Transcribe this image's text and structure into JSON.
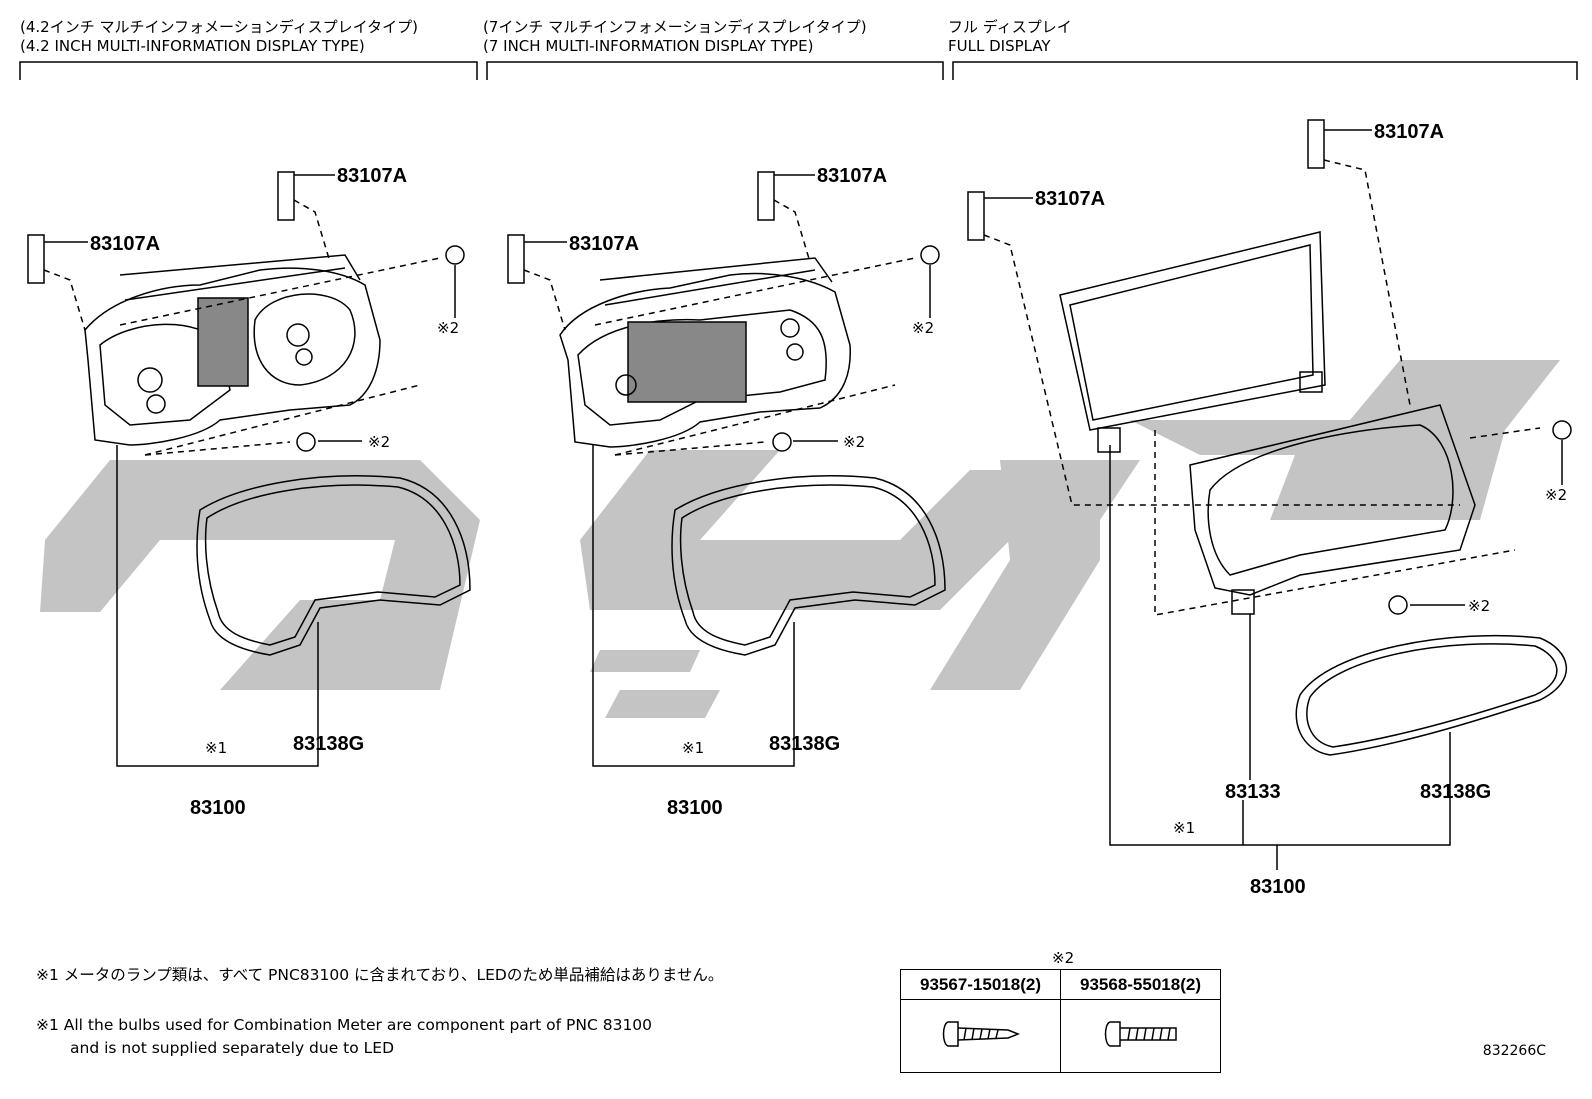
{
  "sections": [
    {
      "jp": "(4.2インチ マルチインフォメーションディスプレイタイプ)",
      "en": "(4.2 INCH MULTI-INFORMATION DISPLAY TYPE)"
    },
    {
      "jp": "(7インチ マルチインフォメーションディスプレイタイプ)",
      "en": "(7 INCH MULTI-INFORMATION DISPLAY TYPE)"
    },
    {
      "jp": "フル ディスプレイ",
      "en": "FULL DISPLAY"
    }
  ],
  "part_labels": {
    "bracket": "83107A",
    "cover": "83138G",
    "meter_assy": "83100",
    "case": "83133"
  },
  "marks": {
    "bulbs": "※1",
    "screw": "※2"
  },
  "notes": {
    "jp": "※1 メータのランプ類は、すべて PNC83100 に含まれており、LEDのため単品補給はありません。",
    "en_line1": "※1 All the bulbs used for Combination Meter are component part of PNC 83100",
    "en_line2": "and is not supplied separately due to LED"
  },
  "screw_table": {
    "title": "※2",
    "parts": [
      "93567-15018(2)",
      "93568-55018(2)"
    ]
  },
  "diagram_code": "832266C"
}
